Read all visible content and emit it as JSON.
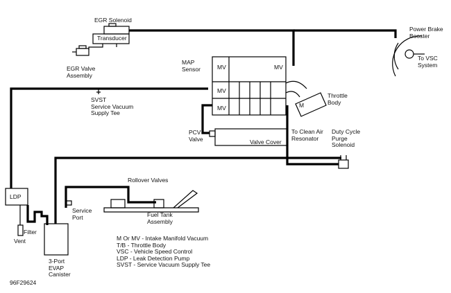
{
  "labels": {
    "egr_solenoid": "EGR Solenoid",
    "transducer": "Transducer",
    "egr_valve_assembly": [
      "EGR Valve",
      "Assembly"
    ],
    "power_brake_booster": [
      "Power Brake",
      "Booster"
    ],
    "to_vsc_system": [
      "To VSC",
      "System"
    ],
    "map_sensor": [
      "MAP",
      "Sensor"
    ],
    "mv": "MV",
    "m": "M",
    "throttle_body": [
      "Throttle",
      "Body"
    ],
    "svst": [
      "SVST",
      "Service Vacuum",
      "Supply Tee"
    ],
    "pcv_valve": [
      "PCV",
      "Valve"
    ],
    "valve_cover": "Valve Cover",
    "to_clean_air_resonator": [
      "To Clean Air",
      "Resonator"
    ],
    "duty_cycle_purge_solenoid": [
      "Duty Cycle",
      "Purge",
      "Solenoid"
    ],
    "ldp": "LDP",
    "filter": "Filter",
    "vent": "Vent",
    "rollover_valves": "Rollover Valves",
    "service_port": [
      "Service",
      "Port"
    ],
    "fuel_tank_assembly": [
      "Fuel Tank",
      "Assembly"
    ],
    "evap_canister": [
      "3-Port",
      "EVAP",
      "Canister"
    ],
    "figure_id": "96F29624"
  },
  "legend": [
    "M Or MV - Intake Manifold Vacuum",
    "T/B - Throttle Body",
    "VSC - Vehicle Speed Control",
    "LDP - Leak Detection Pump",
    "SVST - Service Vacuum Supply Tee"
  ]
}
